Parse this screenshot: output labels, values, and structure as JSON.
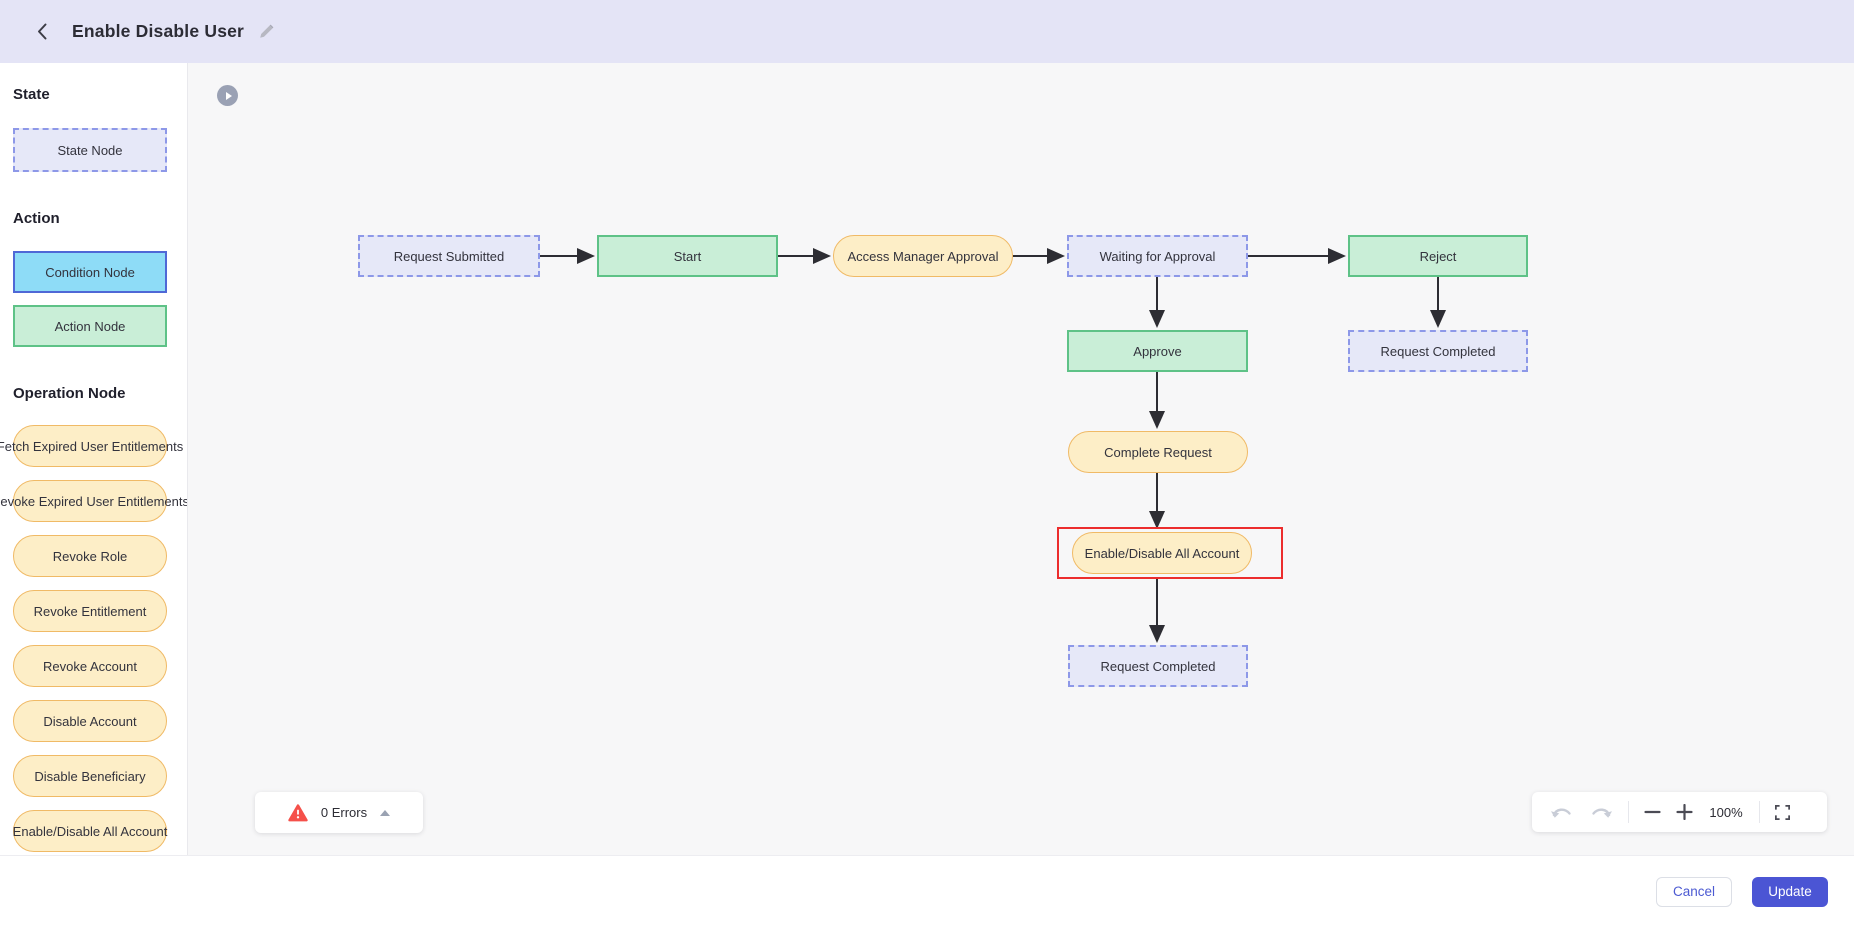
{
  "header": {
    "title": "Enable Disable User"
  },
  "sidebar": {
    "sections": [
      {
        "title": "State",
        "items": [
          {
            "label": "State Node",
            "type": "state"
          }
        ]
      },
      {
        "title": "Action",
        "items": [
          {
            "label": "Condition Node",
            "type": "condition"
          },
          {
            "label": "Action Node",
            "type": "action"
          }
        ]
      },
      {
        "title": "Operation Node",
        "items": [
          {
            "label": "Fetch Expired User Entitlements",
            "type": "operation"
          },
          {
            "label": "Revoke Expired User Entitlements",
            "type": "operation"
          },
          {
            "label": "Revoke Role",
            "type": "operation"
          },
          {
            "label": "Revoke Entitlement",
            "type": "operation"
          },
          {
            "label": "Revoke Account",
            "type": "operation"
          },
          {
            "label": "Disable Account",
            "type": "operation"
          },
          {
            "label": "Disable Beneficiary",
            "type": "operation"
          },
          {
            "label": "Enable/Disable All Account",
            "type": "operation"
          }
        ]
      }
    ]
  },
  "flow": {
    "nodes": [
      {
        "id": "request-submitted",
        "label": "Request Submitted",
        "type": "state"
      },
      {
        "id": "start",
        "label": "Start",
        "type": "action"
      },
      {
        "id": "access-manager-approval",
        "label": "Access Manager Approval",
        "type": "operation"
      },
      {
        "id": "waiting-for-approval",
        "label": "Waiting for Approval",
        "type": "state"
      },
      {
        "id": "reject",
        "label": "Reject",
        "type": "action"
      },
      {
        "id": "approve",
        "label": "Approve",
        "type": "action"
      },
      {
        "id": "request-completed-right",
        "label": "Request Completed",
        "type": "state"
      },
      {
        "id": "complete-request",
        "label": "Complete Request",
        "type": "operation"
      },
      {
        "id": "enable-disable-all-account",
        "label": "Enable/Disable All Account",
        "type": "operation",
        "highlighted": true
      },
      {
        "id": "request-completed-bottom",
        "label": "Request Completed",
        "type": "state"
      }
    ],
    "edges": [
      {
        "from": "request-submitted",
        "to": "start"
      },
      {
        "from": "start",
        "to": "access-manager-approval"
      },
      {
        "from": "access-manager-approval",
        "to": "waiting-for-approval"
      },
      {
        "from": "waiting-for-approval",
        "to": "reject"
      },
      {
        "from": "waiting-for-approval",
        "to": "approve"
      },
      {
        "from": "approve",
        "to": "complete-request"
      },
      {
        "from": "complete-request",
        "to": "enable-disable-all-account"
      },
      {
        "from": "enable-disable-all-account",
        "to": "request-completed-bottom"
      },
      {
        "from": "reject",
        "to": "request-completed-right"
      }
    ]
  },
  "error_panel": {
    "label": "0 Errors"
  },
  "zoom_toolbar": {
    "zoom_level": "100%"
  },
  "footer": {
    "cancel_label": "Cancel",
    "update_label": "Update"
  },
  "colors": {
    "header_bg": "#e4e4f6",
    "canvas_bg": "#f7f7f8",
    "state_fill": "#e6e8f8",
    "state_border": "#8d98e8",
    "action_fill": "#c9eed7",
    "action_border": "#5ec287",
    "condition_fill": "#8edcf7",
    "condition_border": "#4f68d6",
    "operation_fill": "#fdeec7",
    "operation_border": "#f0ba66",
    "highlight_red": "#ec2d2d",
    "error_red": "#f5504a",
    "accent_indigo": "#4b55d4"
  }
}
